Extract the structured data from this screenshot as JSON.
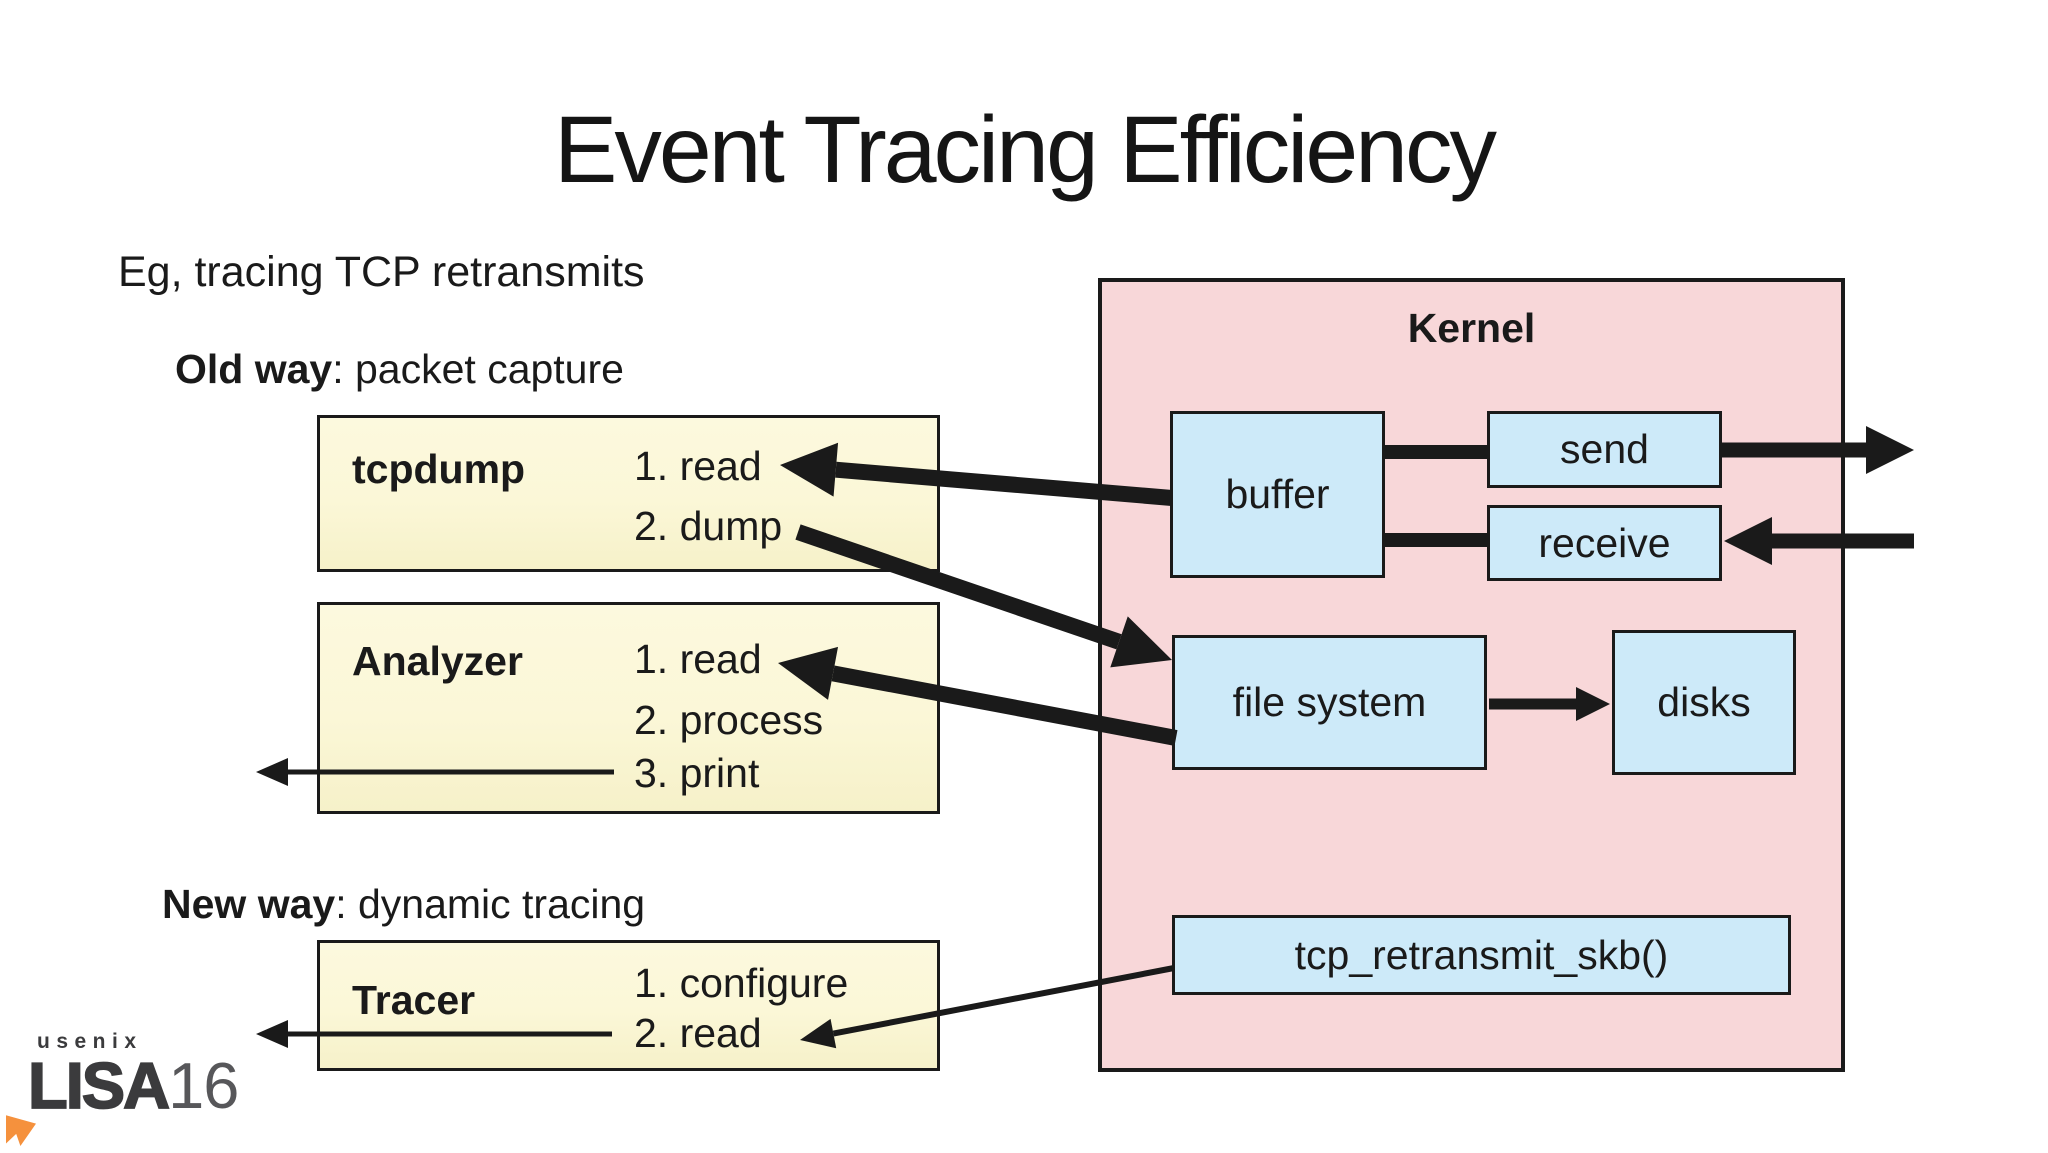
{
  "slide": {
    "title": "Event Tracing Efficiency",
    "example_label": "Eg, tracing TCP retransmits",
    "old_way": {
      "bold": "Old way",
      "rest": ": packet capture"
    },
    "new_way": {
      "bold": "New way",
      "rest": ": dynamic tracing"
    },
    "user_boxes": {
      "tcpdump": {
        "label": "tcpdump",
        "steps": [
          "1. read",
          "2. dump"
        ]
      },
      "analyzer": {
        "label": "Analyzer",
        "steps": [
          "1. read",
          "2. process",
          "3. print"
        ]
      },
      "tracer": {
        "label": "Tracer",
        "steps": [
          "1. configure",
          "2. read"
        ]
      }
    },
    "kernel": {
      "label": "Kernel",
      "buffer": "buffer",
      "send": "send",
      "receive": "receive",
      "file_system": "file system",
      "disks": "disks",
      "function": "tcp_retransmit_skb()"
    },
    "logo": {
      "org": "usenix",
      "event": "LISA",
      "year": "16"
    },
    "colors": {
      "user_box_fill": "#fbf7d7",
      "kernel_fill": "#f8d7d9",
      "component_fill": "#cdeaf9",
      "line": "#1a1a1a",
      "logo_orange": "#f5913d",
      "logo_gray": "#3b3b3d"
    }
  }
}
